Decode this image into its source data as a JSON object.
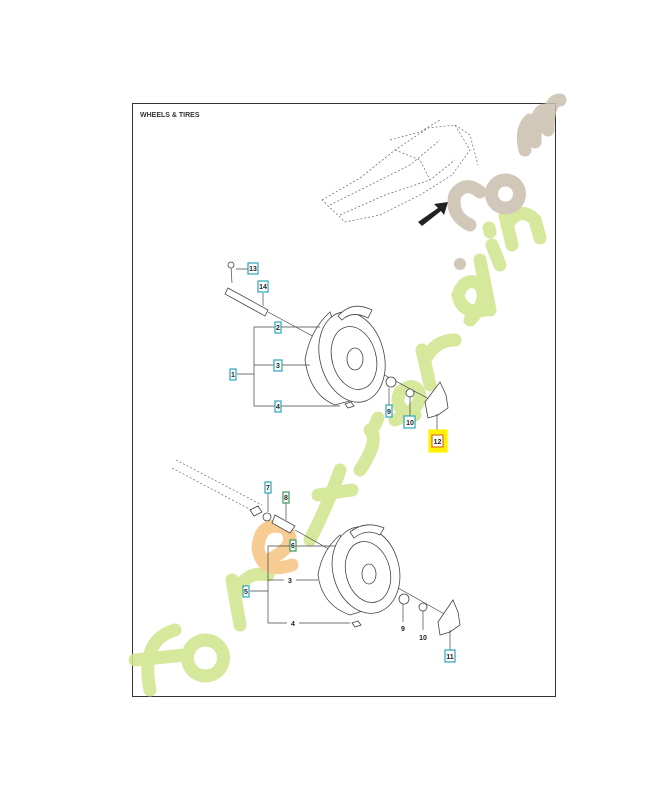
{
  "title": "WHEELS & TIRES",
  "watermark": "foretjardin.com",
  "colors": {
    "callout_border": "#2aa6b8",
    "highlight": "#fff200",
    "watermark_green": "#cfe48a",
    "watermark_orange": "#f6c47f",
    "watermark_grey": "#cbbfae"
  },
  "top_assembly": {
    "callouts": [
      "13",
      "14",
      "2",
      "3",
      "1",
      "4",
      "9",
      "10",
      "12"
    ],
    "highlighted": "12"
  },
  "bottom_assembly": {
    "callouts": [
      "7",
      "8",
      "6",
      "5",
      "3",
      "4",
      "9",
      "10",
      "11"
    ]
  }
}
